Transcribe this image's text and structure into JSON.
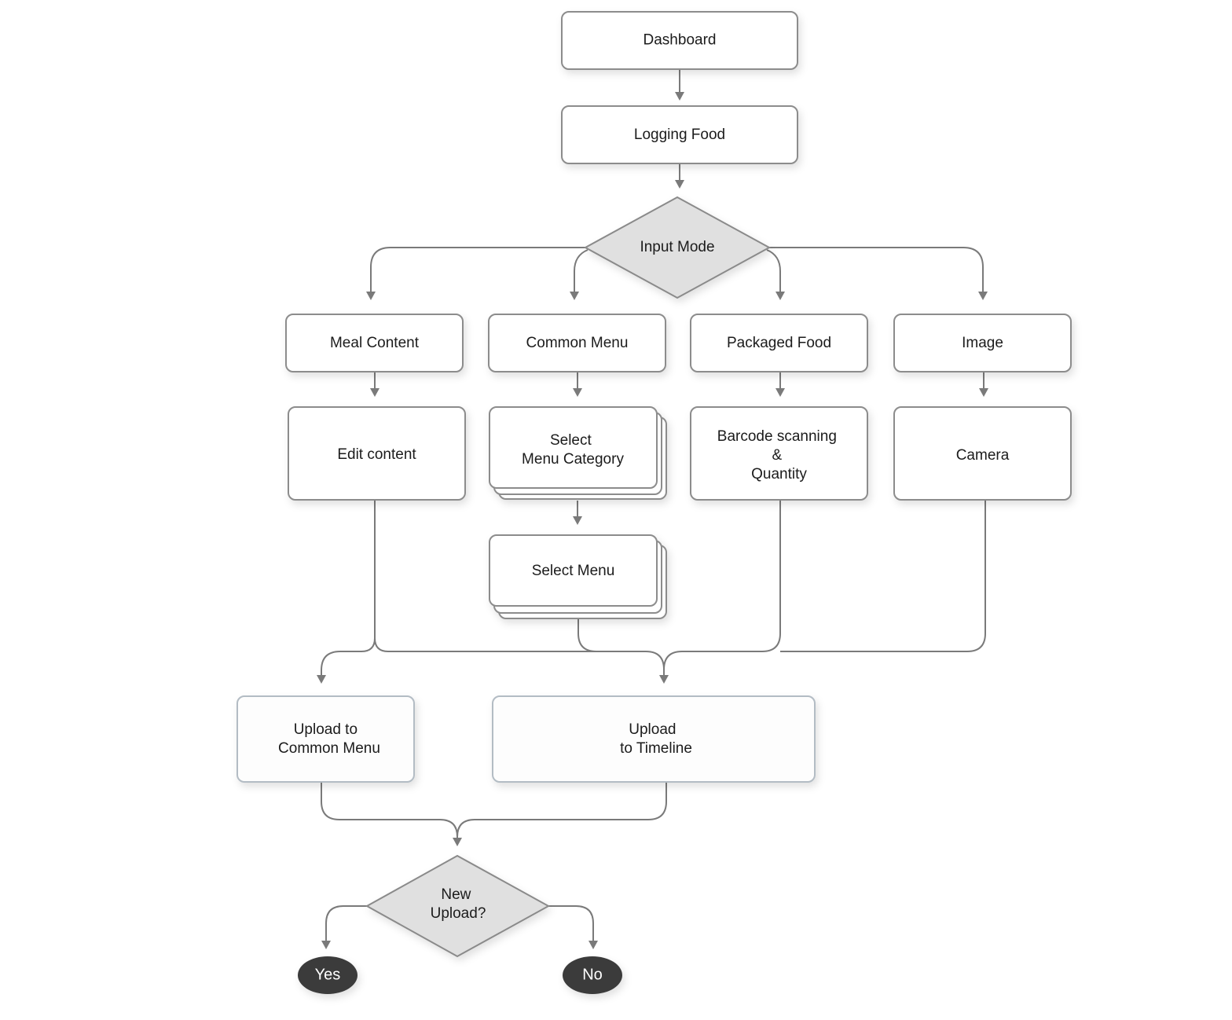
{
  "nodes": {
    "dashboard": "Dashboard",
    "logging_food": "Logging Food",
    "input_mode": "Input Mode",
    "meal_content": "Meal Content",
    "common_menu": "Common Menu",
    "packaged_food": "Packaged Food",
    "image": "Image",
    "edit_content": "Edit content",
    "select_menu_category": [
      "Select",
      "Menu Category"
    ],
    "select_menu": "Select Menu",
    "barcode_quantity": [
      "Barcode scanning",
      "&",
      "Quantity"
    ],
    "camera": "Camera",
    "upload_common_menu": [
      "Upload to",
      "Common Menu"
    ],
    "upload_timeline": [
      "Upload",
      "to Timeline"
    ],
    "new_upload": [
      "New",
      "Upload?"
    ],
    "yes": "Yes",
    "no": "No"
  },
  "colors": {
    "stroke": "#8c8c8c",
    "connector": "#7a7a7a",
    "decision_fill": "#e0e0e0",
    "terminal_fill": "#3a3a3a",
    "terminal_text": "#ffffff"
  }
}
